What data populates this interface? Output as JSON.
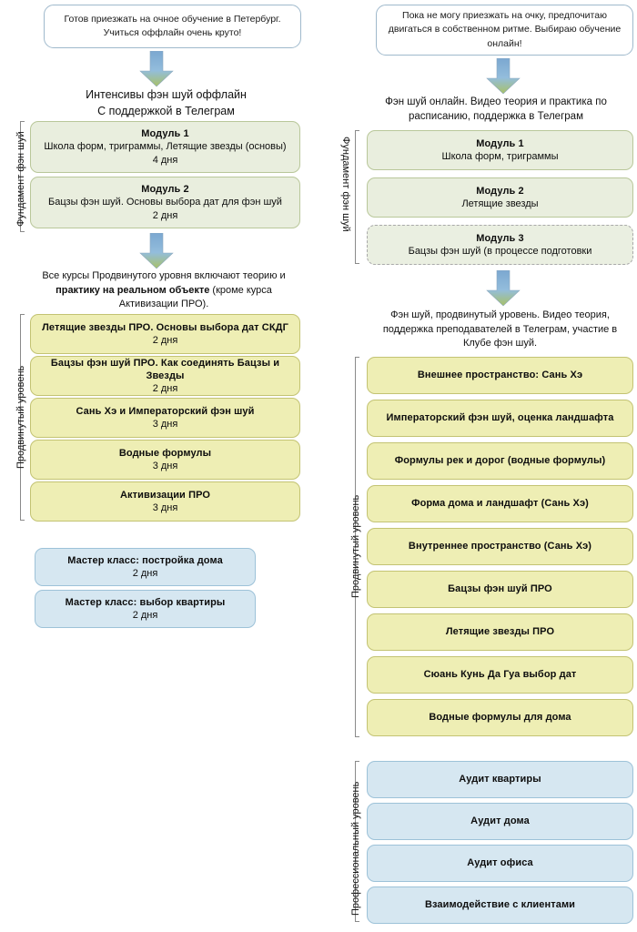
{
  "diagram": {
    "title_hidden": "Схема обучения фэн шуй: оффлайн и онлайн",
    "colors": {
      "callout_border": "#9fb9cc",
      "green_fill": "#e9eede",
      "green_border": "#b9c79a",
      "yellow_fill": "#eeeeb4",
      "yellow_border": "#c3c373",
      "blue_fill": "#d6e7f1",
      "blue_border": "#9dc2d8",
      "arrow_top": "#7ba7d0",
      "arrow_bottom": "#a8c166",
      "bracket_line": "#8a8a8a"
    }
  },
  "left": {
    "callout": "Готов приезжать на очное обучение в Петербург. Учиться оффлайн очень круто!",
    "arrow1": "down-arrow-icon",
    "heading": "Интенсивы фэн шуй оффлайн\nС поддержкой в Телеграм",
    "heading_line1": "Интенсивы фэн шуй оффлайн",
    "heading_line2": "С поддержкой в Телеграм",
    "bracket_foundation": "Фундамент фэн шуй",
    "foundation_modules": [
      {
        "title": "Модуль 1",
        "desc": "Школа форм, триграммы, Летящие звезды (основы)",
        "duration": "4 дня"
      },
      {
        "title": "Модуль 2",
        "desc": "Бацзы фэн шуй. Основы выбора дат для фэн шуй",
        "duration": "2 дня"
      }
    ],
    "arrow2": "down-arrow-icon",
    "note_part1": "Все курсы Продвинутого уровня включают теорию и ",
    "note_bold": "практику на реальном объекте",
    "note_part2": " (кроме курса Активизации ПРО).",
    "bracket_advanced": "Продвинутый уровень",
    "advanced_courses": [
      {
        "title": "Летящие звезды ПРО. Основы выбора дат СКДГ",
        "duration": "2 дня"
      },
      {
        "title": "Бацзы фэн шуй ПРО. Как соединять Бацзы и Звезды",
        "duration": "2 дня"
      },
      {
        "title": "Сань Хэ и Императорский фэн шуй",
        "duration": "3 дня"
      },
      {
        "title": "Водные формулы",
        "duration": "3 дня"
      },
      {
        "title": "Активизации ПРО",
        "duration": "3 дня"
      }
    ],
    "masterclasses": [
      {
        "title": "Мастер класс: постройка дома",
        "duration": "2 дня"
      },
      {
        "title": "Мастер класс: выбор квартиры",
        "duration": "2 дня"
      }
    ]
  },
  "right": {
    "callout": "Пока не могу приезжать на очку, предпочитаю двигаться в собственном ритме. Выбираю обучение онлайн!",
    "arrow1": "down-arrow-icon",
    "heading_line1": "Фэн шуй онлайн. Видео теория и практика по",
    "heading_line2": "расписанию, поддержка в Телеграм",
    "bracket_foundation": "Фундамент фэн шуй",
    "foundation_modules": [
      {
        "title": "Модуль 1",
        "desc": "Школа форм, триграммы",
        "dashed": false
      },
      {
        "title": "Модуль 2",
        "desc": "Летящие звезды",
        "dashed": false
      },
      {
        "title": "Модуль 3",
        "desc": "Бацзы фэн шуй (в процессе подготовки",
        "dashed": true
      }
    ],
    "arrow2": "down-arrow-icon",
    "note_line1": "Фэн шуй, продвинутый уровень. Видео теория,",
    "note_line2": "поддержка преподавателей в Телеграм, участие в",
    "note_line3": "Клубе фэн шуй.",
    "bracket_advanced": "Продвинутый уровень",
    "advanced_courses": [
      {
        "title": "Внешнее пространство: Сань Хэ"
      },
      {
        "title": "Императорский фэн шуй, оценка ландшафта"
      },
      {
        "title": "Формулы рек и дорог (водные формулы)"
      },
      {
        "title": "Форма дома и ландшафт (Сань Хэ)"
      },
      {
        "title": "Внутреннее пространство (Сань Хэ)"
      },
      {
        "title": "Бацзы фэн шуй ПРО"
      },
      {
        "title": "Летящие звезды ПРО"
      },
      {
        "title": "Сюань Кунь Да Гуа выбор дат"
      },
      {
        "title": "Водные формулы для дома"
      }
    ],
    "bracket_professional": "Профессиональный уровень",
    "professional_courses": [
      {
        "title": "Аудит квартиры"
      },
      {
        "title": "Аудит дома"
      },
      {
        "title": "Аудит офиса"
      },
      {
        "title": "Взаимодействие с клиентами"
      }
    ]
  }
}
